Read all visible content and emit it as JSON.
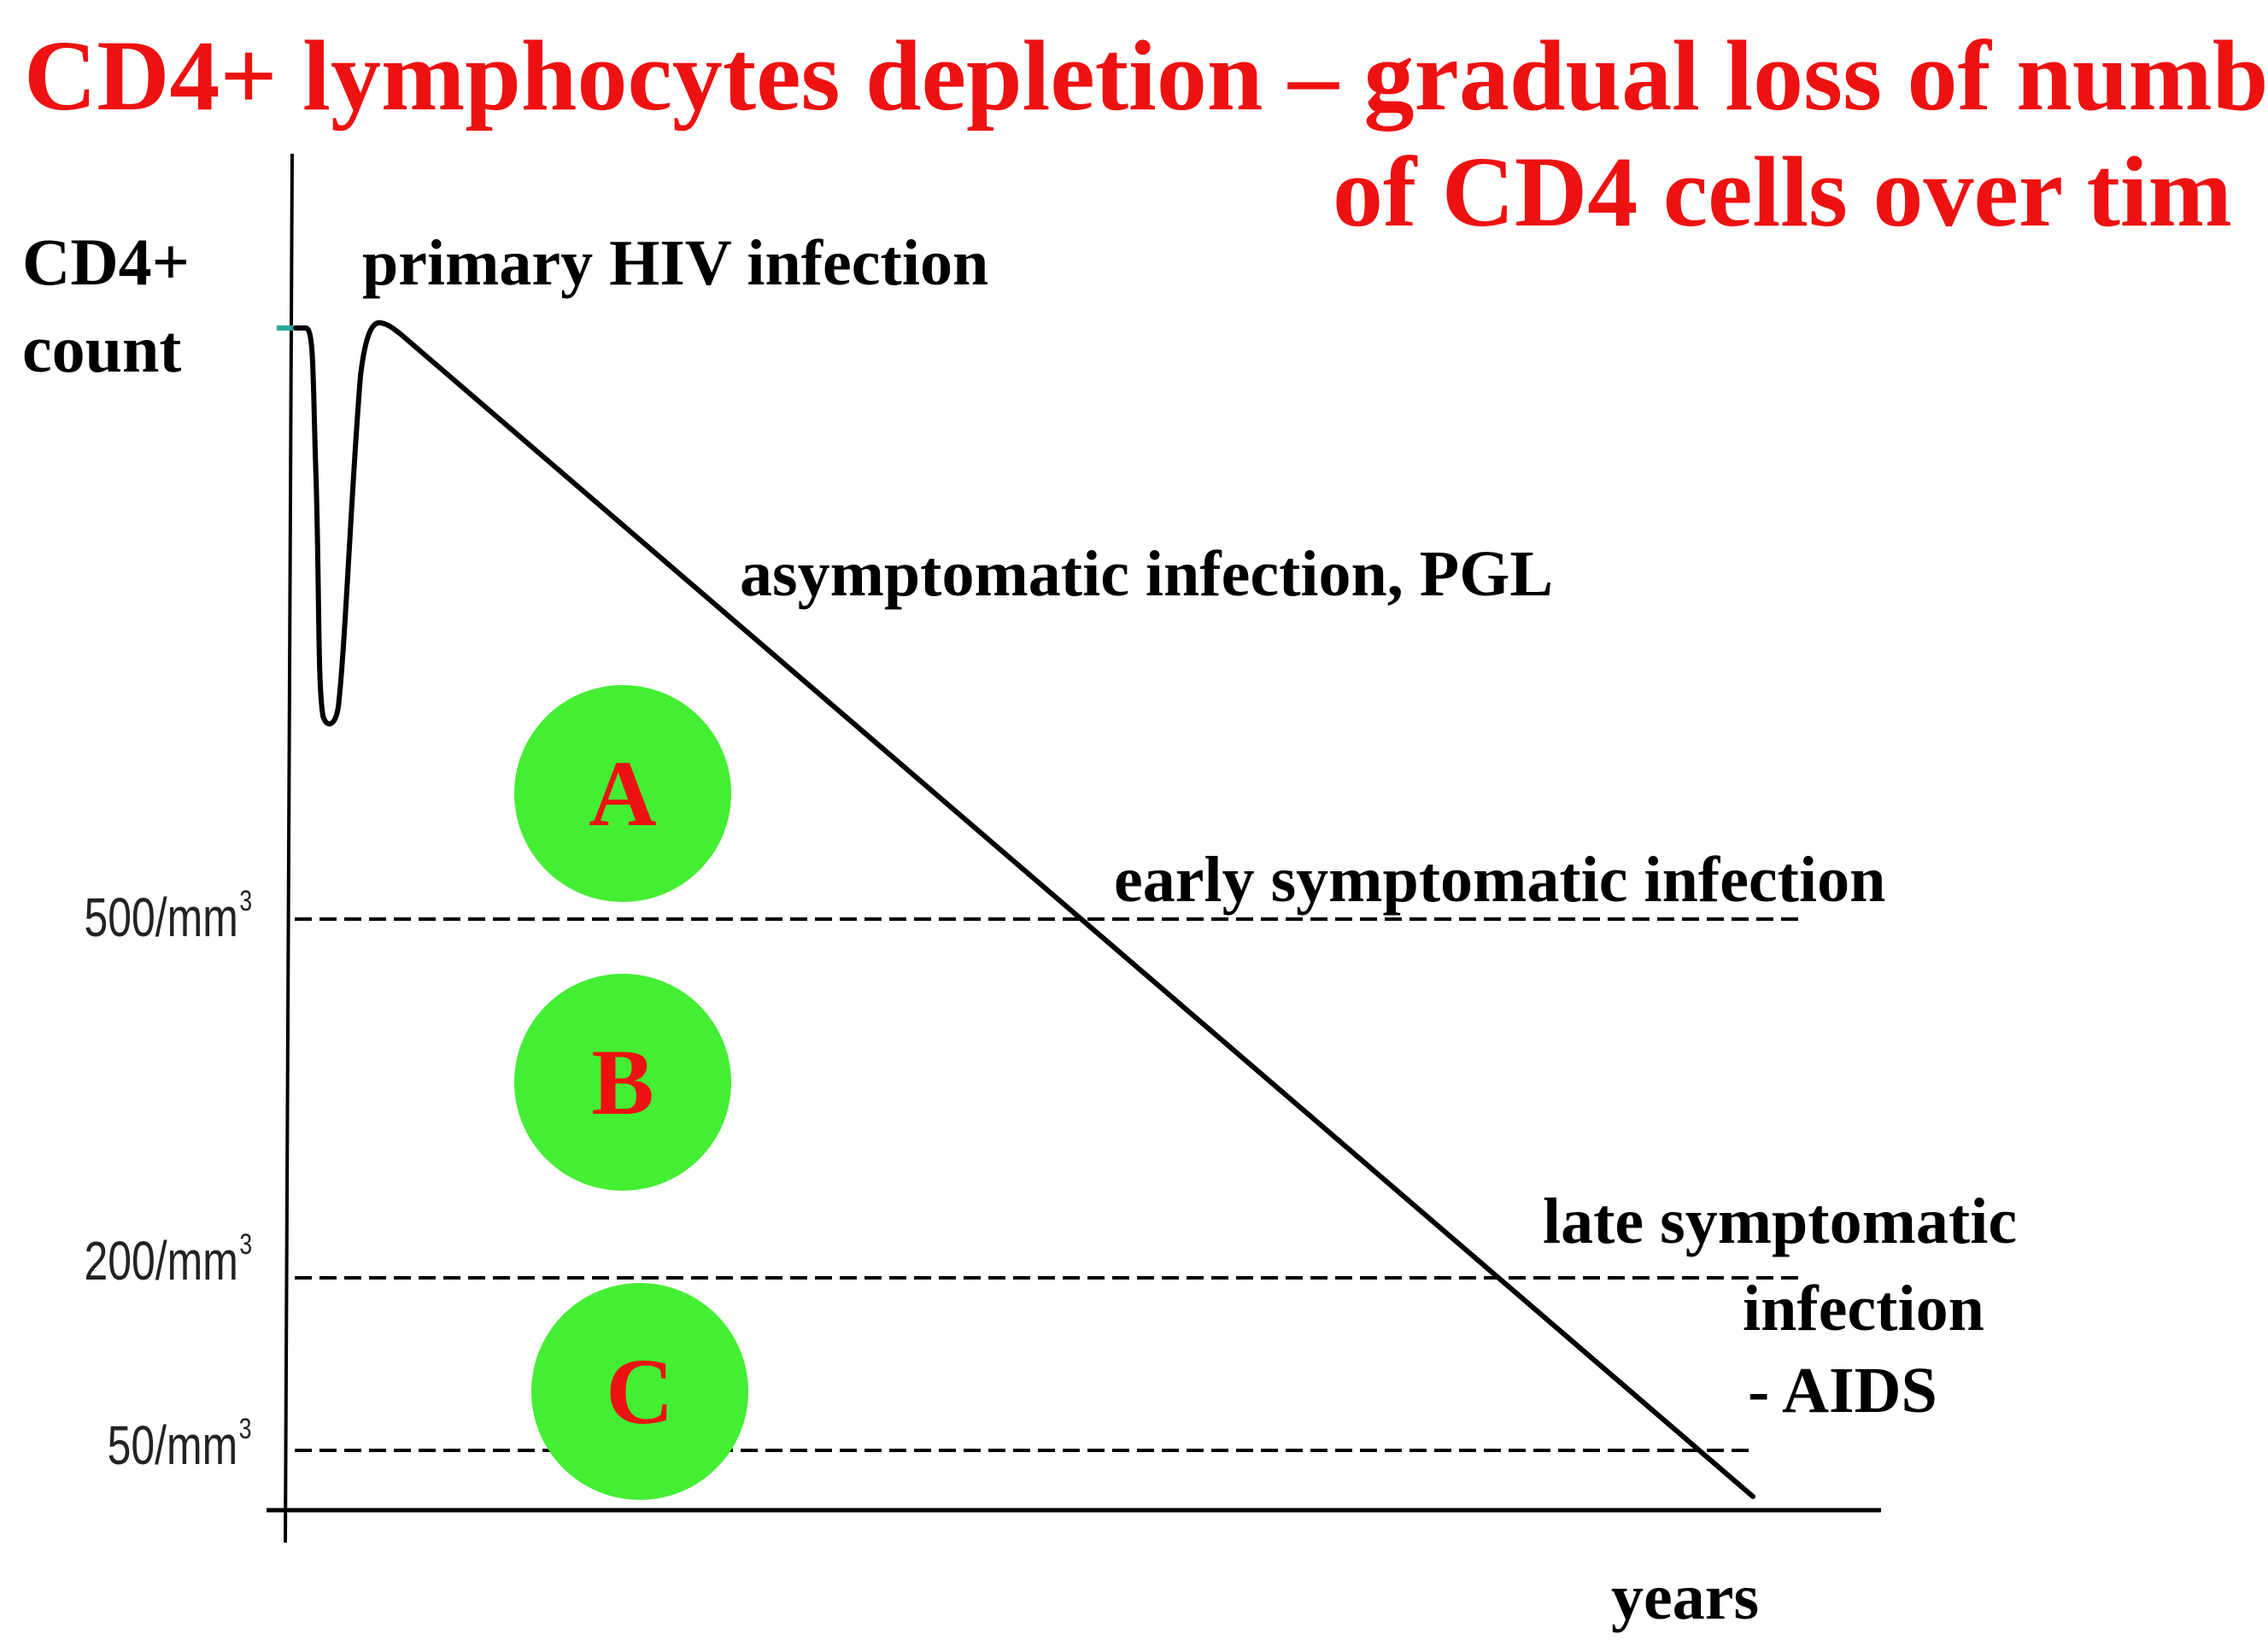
{
  "title": {
    "line1": "CD4+ lymphocytes depletion – gradual loss of numb",
    "line2": "of CD4 cells over tim"
  },
  "y_axis": {
    "title_line1": "CD4+",
    "title_line2": "count",
    "ticks": [
      {
        "value": 500,
        "text": "500/mm",
        "sup": "3"
      },
      {
        "value": 200,
        "text": "200/mm",
        "sup": "3"
      },
      {
        "value": 50,
        "text": "50/mm",
        "sup": "3"
      }
    ]
  },
  "x_axis": {
    "title": "years"
  },
  "stages": {
    "primary": "primary HIV infection",
    "asymptomatic": "asymptomatic infection, PGL",
    "early": "early symptomatic infection",
    "late_line1": "late symptomatic",
    "late_line2": "infection",
    "late_line3": "- AIDS"
  },
  "categories": [
    {
      "letter": "A"
    },
    {
      "letter": "B"
    },
    {
      "letter": "C"
    }
  ],
  "colors": {
    "title": "#ee1111",
    "badge_fill": "#44ee33",
    "badge_letter": "#ee1111",
    "line": "#000000",
    "baseline_accent": "#2aa7a7"
  }
}
